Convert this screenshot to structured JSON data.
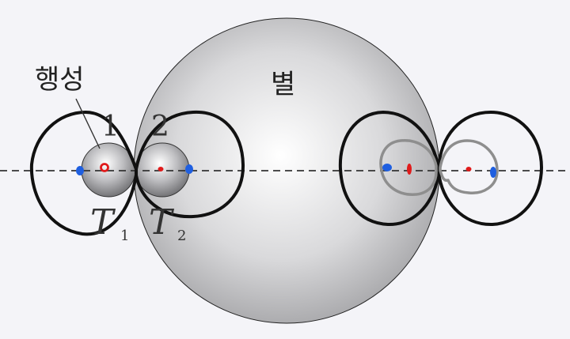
{
  "labels": {
    "star": "별",
    "planet": "행성",
    "planet1_number": "1",
    "planet2_number": "2",
    "t1_letter": "T",
    "t1_subscript": "1",
    "t2_letter": "T",
    "t2_subscript": "2"
  },
  "colors": {
    "background": "#f4f4f8",
    "outline": "#111111",
    "secondary_outline": "#8e8e8e",
    "tidal_bulge": "#1f5fe0",
    "center_mark": "#e01b1b"
  }
}
